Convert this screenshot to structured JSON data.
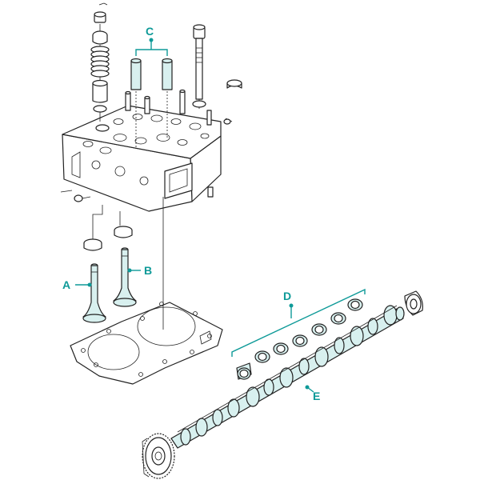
{
  "callouts": {
    "a": "A",
    "b": "B",
    "c": "C",
    "d": "D",
    "e": "E"
  },
  "colors": {
    "accent": "#0e9a98",
    "line": "#222222",
    "fill_tint": "#d8f0ef",
    "background": "#ffffff"
  }
}
